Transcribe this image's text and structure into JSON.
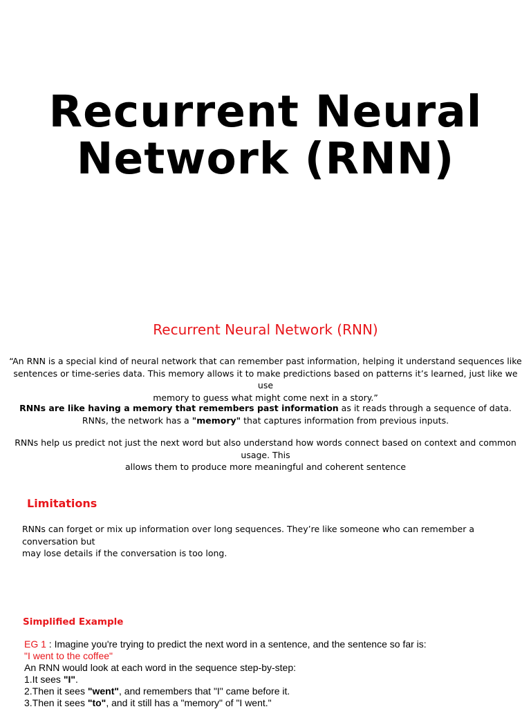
{
  "accent_color": "#e8161b",
  "title": {
    "line1": "Recurrent Neural",
    "line2": "Network (RNN)"
  },
  "section_heading": "Recurrent Neural Network (RNN)",
  "intro_quote": {
    "line1": "“An RNN is a special kind of neural network that can remember past information, helping it understand sequences like",
    "line2": "sentences or time-series data. This memory allows it to make predictions based on patterns it’s learned, just like we use",
    "line3": "memory to guess what might come next in a story.”"
  },
  "memory_paragraph": {
    "bold_lead": "RNNs are like having a memory that remembers past information",
    "rest_line1": " as it reads through a sequence of data.",
    "line2_prefix": "RNNs, the network has a ",
    "line2_bold": "\"memory\"",
    "line2_suffix": " that captures information from previous inputs."
  },
  "predict_paragraph": {
    "line1": "RNNs help us predict not just the next word but also understand how words connect based on context and common usage. This",
    "line2": "allows them to produce more meaningful and coherent sentence"
  },
  "limitations": {
    "heading": "Limitations",
    "line1": "RNNs can forget or mix up information over long sequences. They’re like someone who can remember a conversation but",
    "line2": "may lose details if the conversation is too long."
  },
  "example": {
    "heading": "Simplified Example",
    "eg_label": "EG 1",
    "eg_intro": " : Imagine you're trying to predict the next word in a sentence, and the sentence so far is:",
    "sentence": "\"I went to the coffee\"",
    "rnn_line": "An RNN would look at each word in the sequence step-by-step:",
    "step1_prefix": "1.It sees ",
    "step1_bold": "\"I\"",
    "step1_suffix": ".",
    "step2_prefix": "2.Then it sees ",
    "step2_bold": "\"went\"",
    "step2_suffix": ", and remembers that \"I\" came before it.",
    "step3_prefix": "3.Then it sees ",
    "step3_bold": "\"to\"",
    "step3_suffix": ", and it still has a \"memory\" of \"I went.\""
  }
}
